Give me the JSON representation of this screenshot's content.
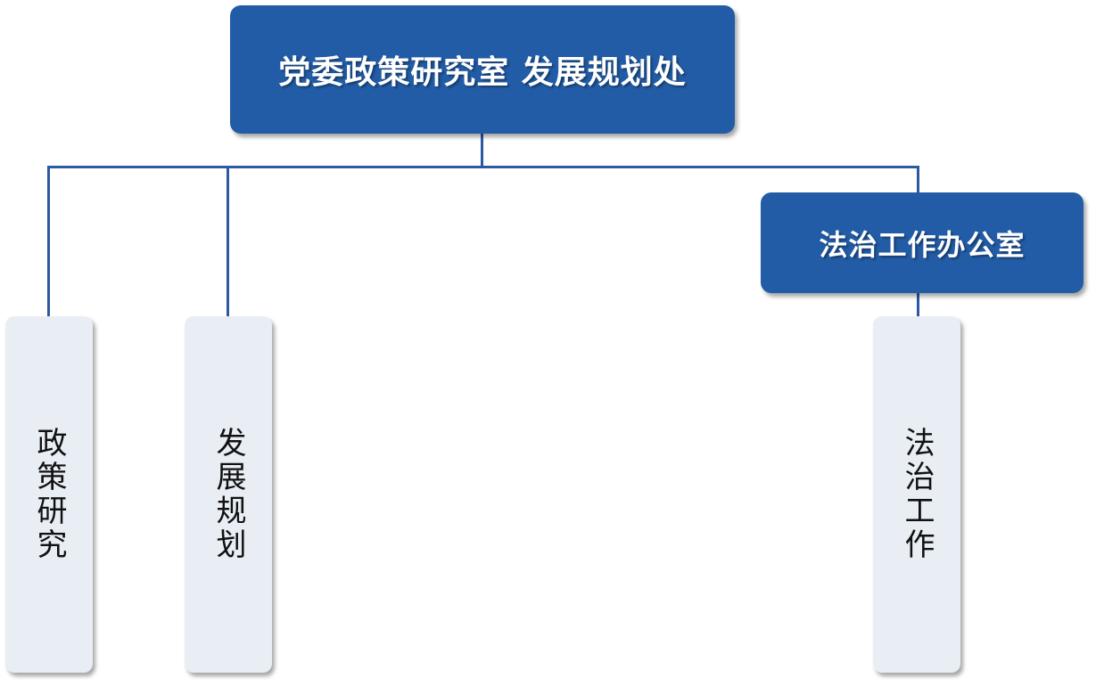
{
  "diagram": {
    "root": {
      "label": "党委政策研究室 发展规划处"
    },
    "sub_unit": {
      "label": "法治工作办公室"
    },
    "leaves": [
      {
        "label": "政策研究"
      },
      {
        "label": "发展规划"
      },
      {
        "label": "法治工作"
      }
    ]
  },
  "colors": {
    "box_fill": "#225ca6",
    "connector": "#2b5aa0",
    "leaf_fill": "#e9eef5"
  }
}
